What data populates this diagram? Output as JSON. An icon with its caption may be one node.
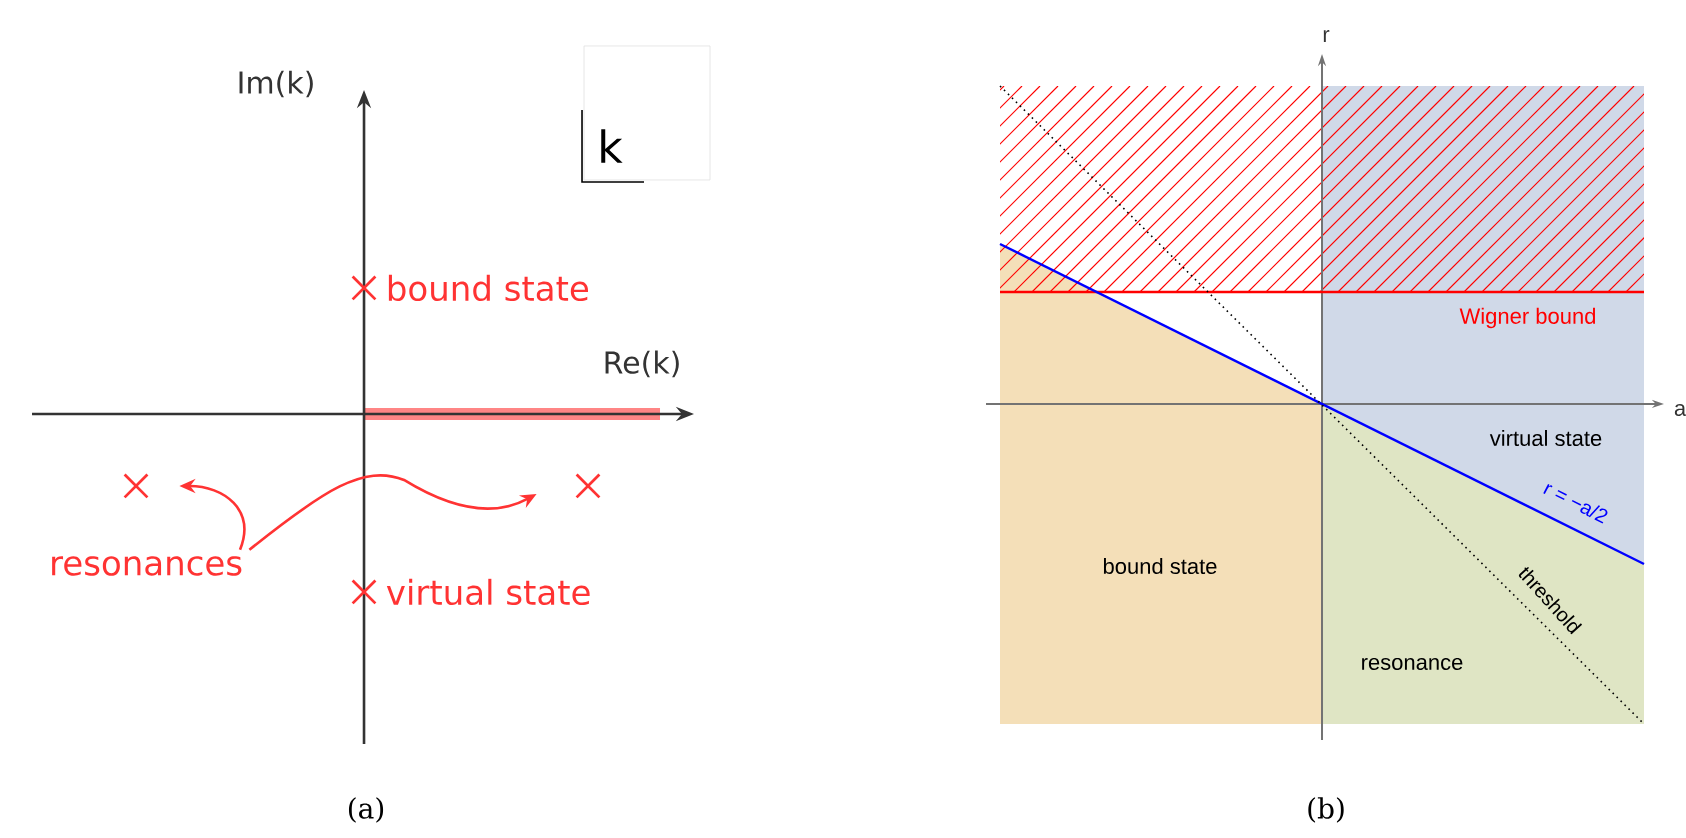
{
  "diagram": {
    "nodes": [
      {
        "text": [],
        "shape": "cross",
        "beside": [
          "bound state"
        ]
      },
      {
        "text": [],
        "shape": "cross"
      },
      {
        "text": [],
        "shape": "cross"
      },
      {
        "text": [
          "resonances"
        ]
      },
      {
        "text": [],
        "shape": "cross",
        "beside": [
          "virtual state"
        ]
      }
    ],
    "edges": [
      {
        "from": 3,
        "to": 1,
        "arrow": "to"
      },
      {
        "from": 3,
        "to": 2,
        "arrow": "to"
      }
    ],
    "labels": [
      "Im(k)",
      "k",
      "Re(k)",
      "(a)",
      "r",
      "Wigner bound",
      "a",
      "virtual state",
      "r = −a/2",
      "bound state",
      "threshold",
      "resonance",
      "(b)"
    ]
  }
}
